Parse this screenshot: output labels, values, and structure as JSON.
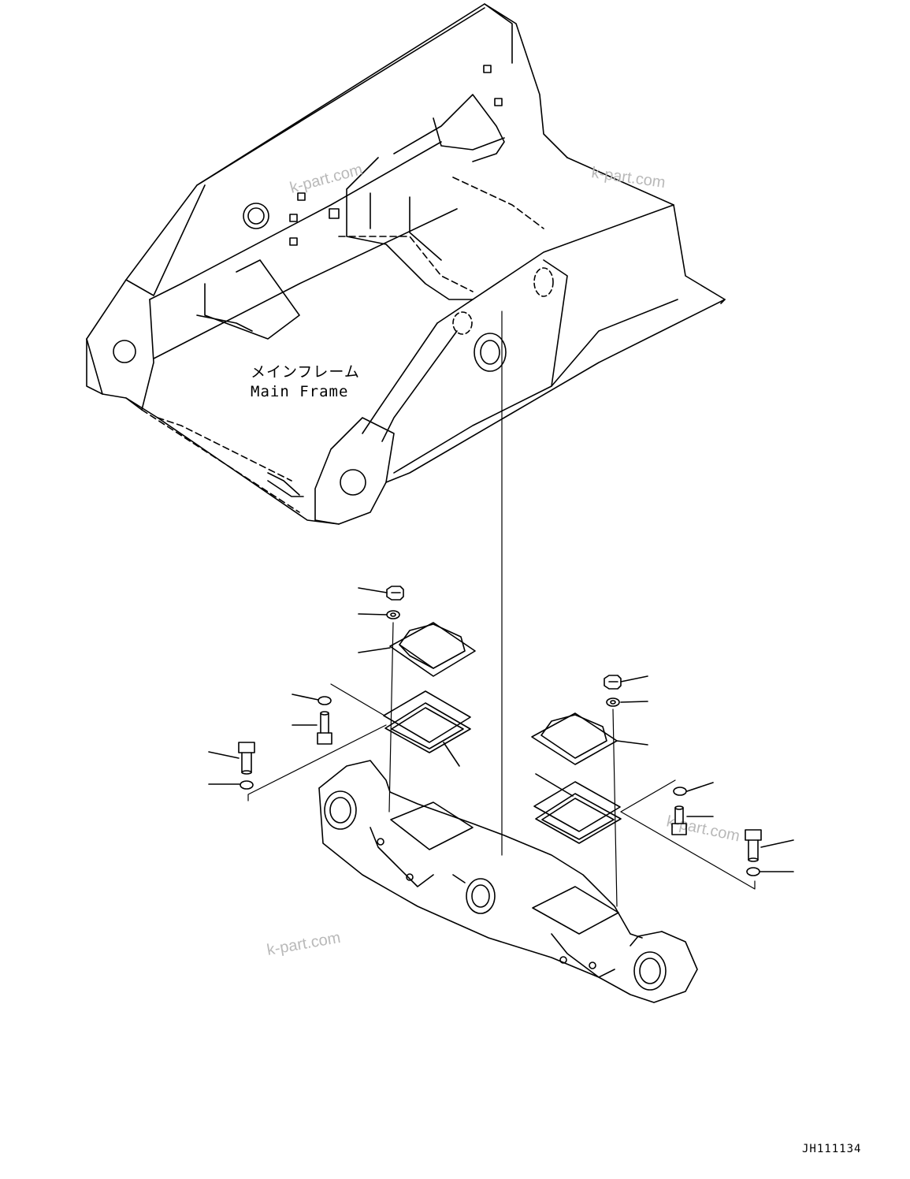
{
  "diagram": {
    "frame_label_jp": "メインフレーム",
    "frame_label_en": "Main Frame",
    "drawing_code": "JH111134",
    "watermark": "k-part.com"
  }
}
